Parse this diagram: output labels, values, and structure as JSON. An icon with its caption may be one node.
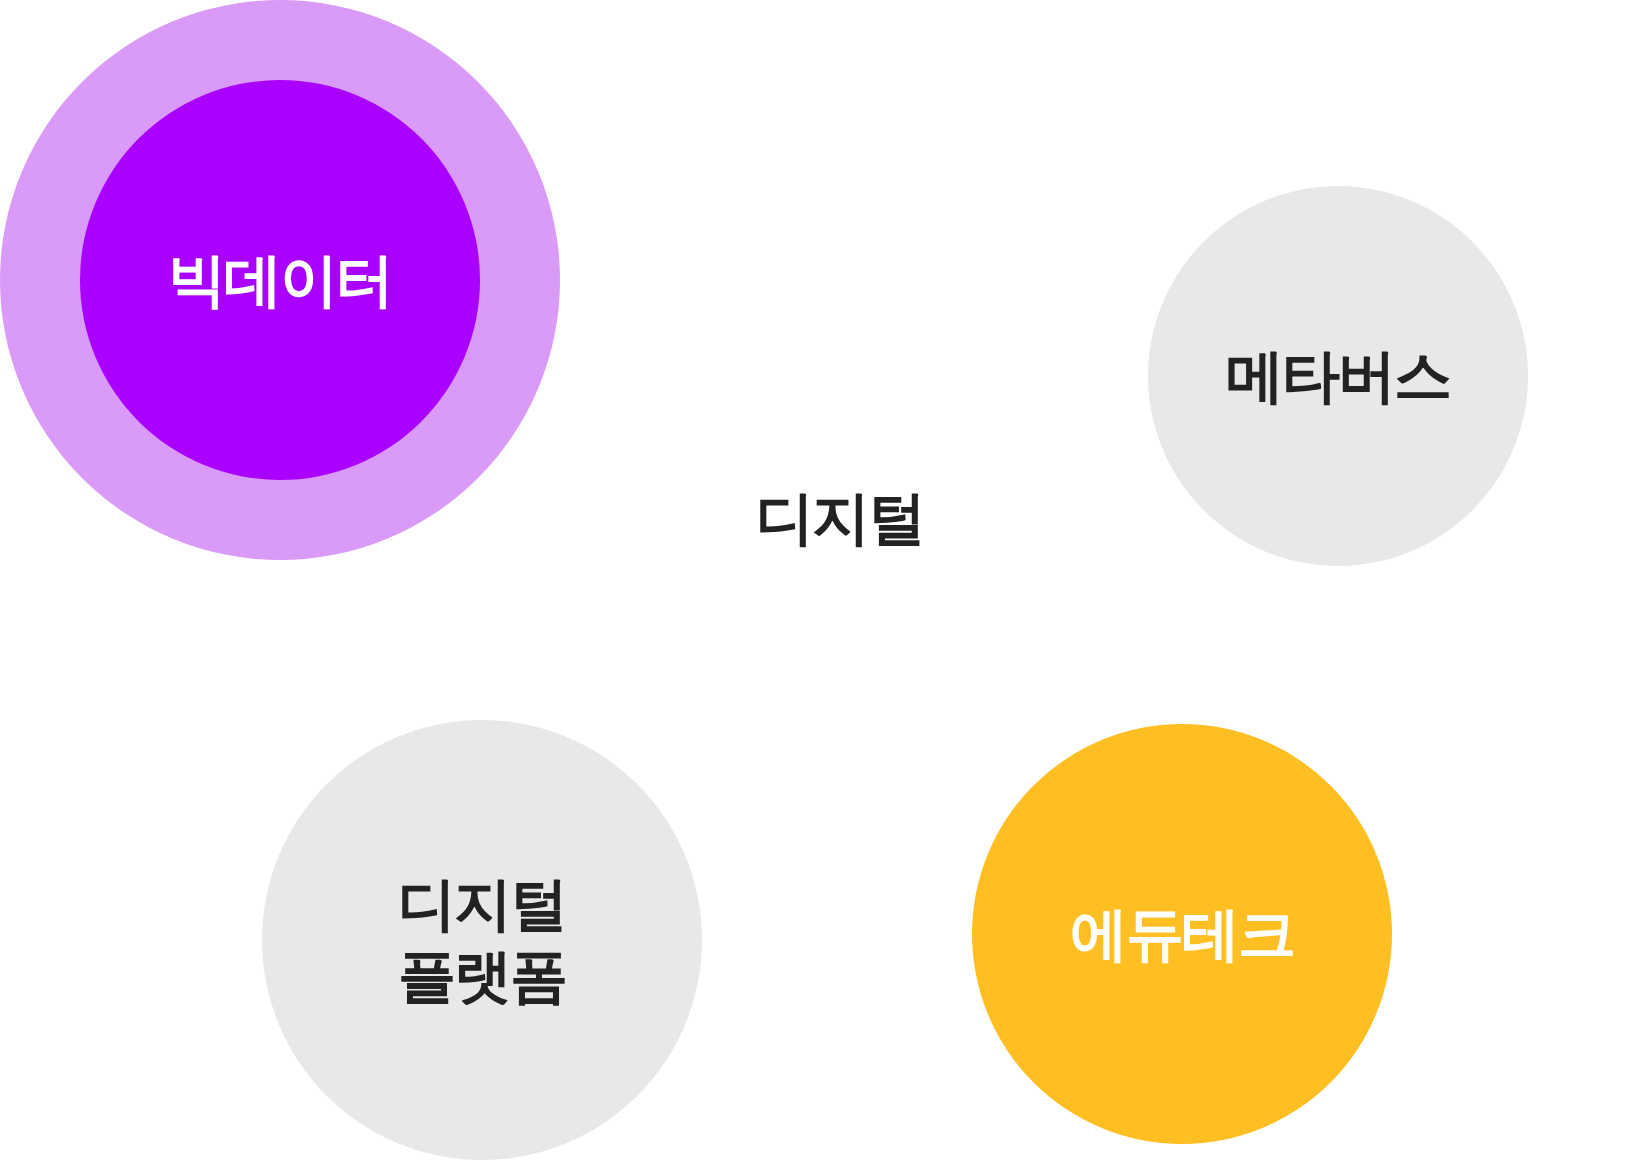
{
  "diagram": {
    "nodes": [
      {
        "text": [],
        "shape": "circle"
      },
      {
        "text": [
          "빅데이터"
        ],
        "in": 0
      },
      {
        "text": [
          "메타버스"
        ]
      },
      {
        "text": [
          "디지털 플랫폼"
        ]
      },
      {
        "text": [
          "에듀테크"
        ]
      }
    ],
    "edges": [],
    "labels": [
      "디지털"
    ]
  }
}
